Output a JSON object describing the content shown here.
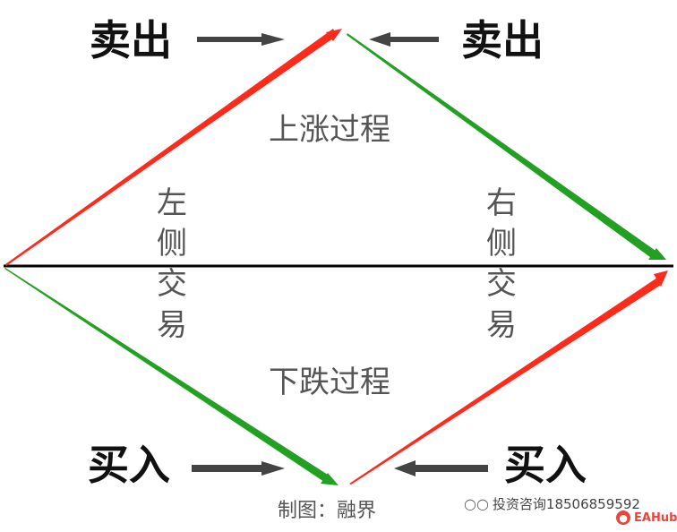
{
  "labels": {
    "sell_left": "卖出",
    "sell_right": "卖出",
    "rise_process": "上涨过程",
    "left_side": "左侧交易",
    "right_side": "右侧交易",
    "fall_process": "下跌过程",
    "buy_left": "买入",
    "buy_right": "买入",
    "credit": "制图：融界"
  },
  "watermark": {
    "icon": "wechat-icon",
    "account": "投资咨询18506859592",
    "badge_text": "EAHub"
  },
  "colors": {
    "rise": "#ff2a1a",
    "fall": "#22a022",
    "axis": "#000000",
    "pointer": "#444444"
  }
}
